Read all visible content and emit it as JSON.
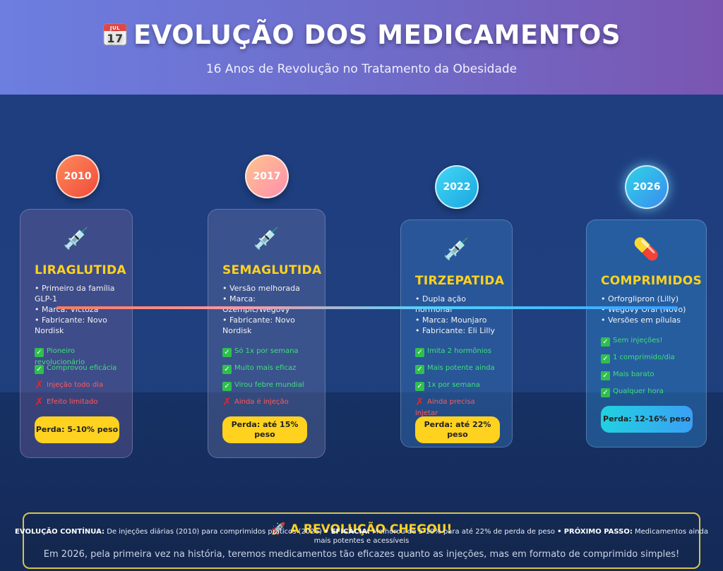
{
  "header": {
    "icon": "calendar-icon",
    "title": "EVOLUÇÃO DOS MEDICAMENTOS",
    "subtitle": "16 Anos de Revolução no Tratamento da Obesidade"
  },
  "colors": {
    "header_gradient": [
      "#6c7ee0",
      "#7a56b2"
    ],
    "accent_yellow": "#ffd21f",
    "pro_green": "#3ee07a",
    "con_red": "#ff5a5a"
  },
  "timeline": [
    {
      "year": "2010",
      "icon": "syringe-icon",
      "icon_glyph": "💉",
      "name": "LIRAGLUTIDA",
      "info": [
        "• Primeiro da família GLP-1",
        "• Marca: Victoza",
        "• Fabricante: Novo Nordisk"
      ],
      "pros": [
        "Pioneiro revolucionário",
        "Comprovou eficácia"
      ],
      "cons": [
        "Injeção todo dia",
        "Efeito limitado"
      ],
      "badge": "Perda: 5-10% peso"
    },
    {
      "year": "2017",
      "icon": "syringe-icon",
      "icon_glyph": "💉",
      "name": "SEMAGLUTIDA",
      "info": [
        "• Versão melhorada",
        "• Marca: Ozempic/Wegovy",
        "• Fabricante: Novo Nordisk"
      ],
      "pros": [
        "Só 1x por semana",
        "Muito mais eficaz",
        "Virou febre mundial"
      ],
      "cons": [
        "Ainda é injeção"
      ],
      "badge": "Perda: até 15% peso"
    },
    {
      "year": "2022",
      "icon": "syringe-icon",
      "icon_glyph": "💉",
      "name": "TIRZEPATIDA",
      "info": [
        "• Dupla ação hormonal",
        "• Marca: Mounjaro",
        "• Fabricante: Eli Lilly"
      ],
      "pros": [
        "Imita 2 hormônios",
        "Mais potente ainda",
        "1x por semana"
      ],
      "cons": [
        "Ainda precisa injetar"
      ],
      "badge": "Perda: até 22% peso"
    },
    {
      "year": "2026",
      "icon": "pill-icon",
      "icon_glyph": "💊",
      "name": "COMPRIMIDOS",
      "info": [
        "• Orforglipron (Lilly)",
        "• Wegovy Oral (Novo)",
        "• Versões em pílulas"
      ],
      "pros": [
        "Sem injeções!",
        "1 comprimido/dia",
        "Mais barato",
        "Qualquer hora"
      ],
      "cons": [],
      "badge": "Perda: 12-16% peso"
    }
  ],
  "footer": {
    "title": "A REVOLUÇÃO CHEGOU!",
    "title_icon": "rocket-icon",
    "text": "Em 2026, pela primeira vez na história, teremos medicamentos tão eficazes quanto as injeções, mas em formato de comprimido simples!"
  },
  "evolution_bar": {
    "label1": "EVOLUÇÃO CONTÍNUA:",
    "text1": "De injeções diárias (2010) para comprimidos práticos (2026)",
    "label2": "EFICÁCIA:",
    "text2": "Melhorou de 5-10% para até 22% de perda de peso",
    "label3": "PRÓXIMO PASSO:",
    "text3": "Medicamentos ainda mais potentes e acessíveis",
    "separator": "•"
  }
}
